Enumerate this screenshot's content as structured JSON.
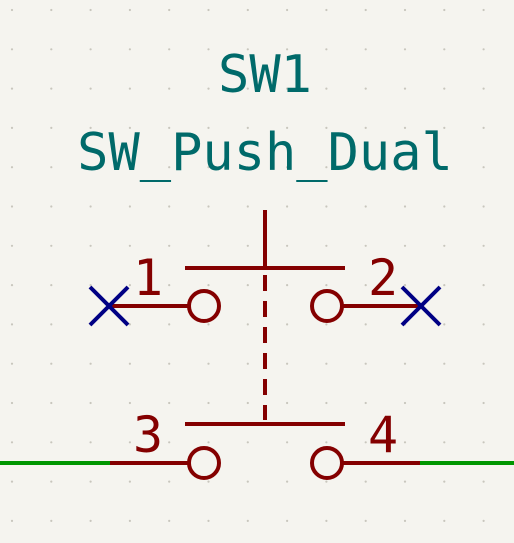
{
  "component": {
    "reference": "SW1",
    "value": "SW_Push_Dual",
    "pins": [
      "1",
      "2",
      "3",
      "4"
    ]
  },
  "colors": {
    "background": "#f5f4ef",
    "grid_dot": "#c8c6bd",
    "field_text": "#006a6a",
    "symbol": "#840000",
    "wire": "#009600",
    "no_connect": "#000084"
  }
}
